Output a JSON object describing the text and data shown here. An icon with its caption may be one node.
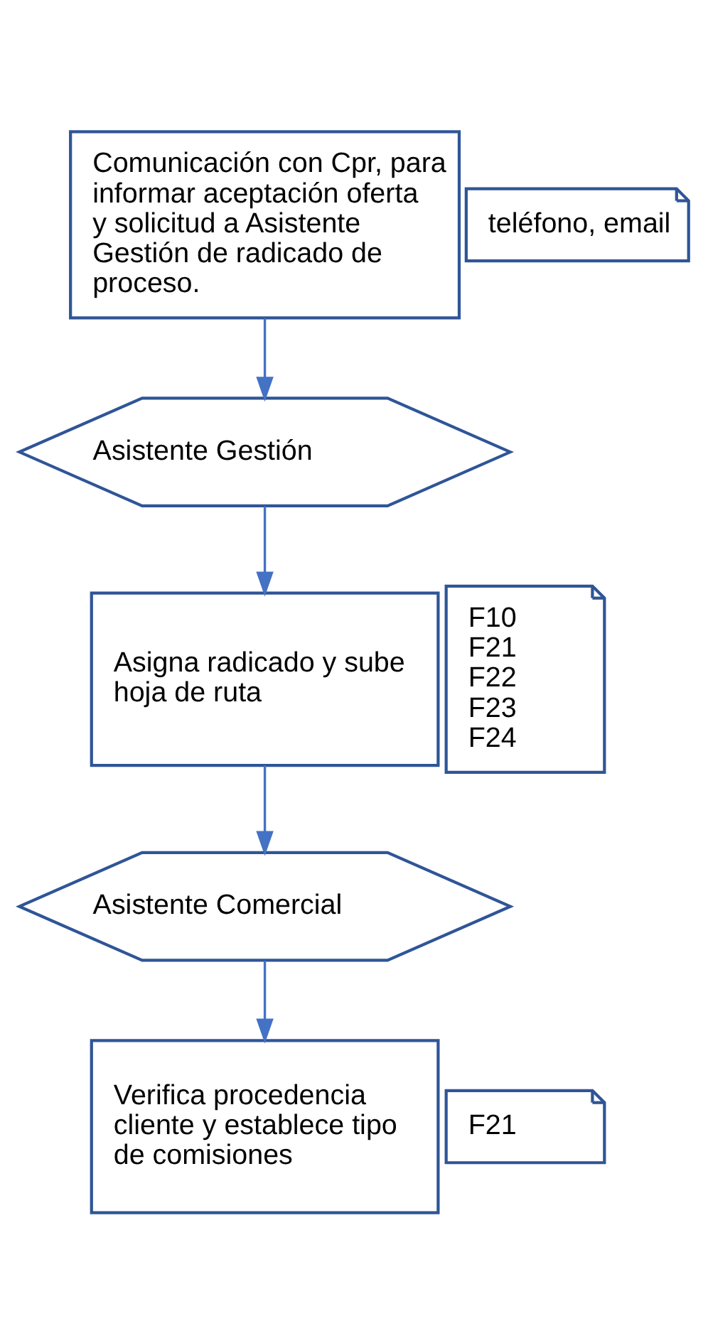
{
  "diagram": {
    "nodes": [
      {
        "text": [
          "Comunicación con Cpr, para informar aceptación oferta y solicitud a Asistente Gestión de radicado de proceso."
        ]
      },
      {
        "text": [
          "teléfono, email"
        ]
      },
      {
        "text": [
          "Asistente Gestión"
        ]
      },
      {
        "text": [
          "Asigna radicado y sube hoja de ruta"
        ]
      },
      {
        "text": [
          "F10",
          "F21",
          "F22",
          "F23",
          "F24"
        ]
      },
      {
        "text": [
          "Asistente Comercial"
        ]
      },
      {
        "text": [
          "Verifica procedencia cliente y establece tipo de comisiones"
        ]
      },
      {
        "text": [
          "F21"
        ]
      }
    ],
    "edges": [
      {
        "from": 0,
        "to": 2,
        "arrow": "to"
      },
      {
        "from": 2,
        "to": 3,
        "arrow": "to"
      },
      {
        "from": 3,
        "to": 5,
        "arrow": "to"
      },
      {
        "from": 5,
        "to": 6,
        "arrow": "to"
      }
    ]
  }
}
